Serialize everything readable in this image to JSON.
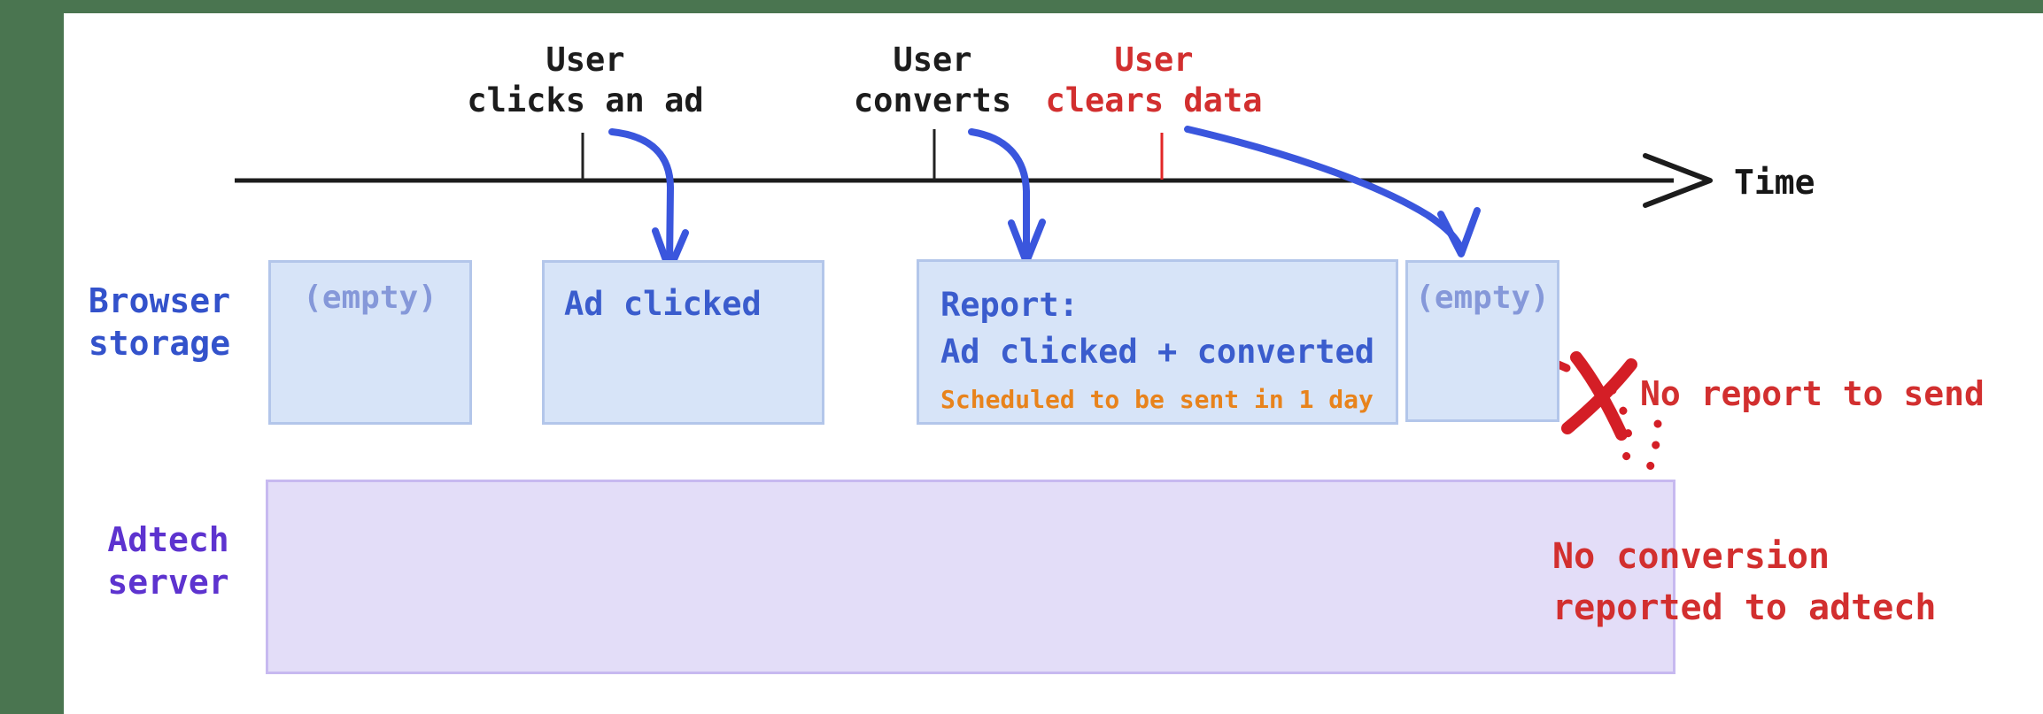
{
  "frame": {
    "accent_green": "#4a7550"
  },
  "timeline": {
    "axis_label": "Time",
    "events": [
      {
        "line1": "User",
        "line2": "clicks an ad"
      },
      {
        "line1": "User",
        "line2": "converts"
      },
      {
        "line1": "User",
        "line2": "clears data"
      }
    ]
  },
  "browser_row": {
    "label_line1": "Browser",
    "label_line2": "storage",
    "boxes": {
      "empty1": "(empty)",
      "ad_clicked": "Ad clicked",
      "report_line1": "Report:",
      "report_line2": "Ad clicked + converted",
      "report_note": "Scheduled to be sent in 1 day",
      "empty2": "(empty)"
    }
  },
  "adtech_row": {
    "label_line1": "Adtech",
    "label_line2": "server"
  },
  "annotations": {
    "no_report": "No report to send",
    "no_conversion_line1": "No conversion",
    "no_conversion_line2": "reported to adtech"
  },
  "colors": {
    "frame_green": "#4a7550",
    "timeline_black": "#1c1c1c",
    "event_red": "#d22f2f",
    "tick_red": "#e22626",
    "arrow_blue": "#3a56dd",
    "box_blue_fill": "#d7e4f8",
    "box_blue_border": "#b3c6ea",
    "box_text_blue": "#3a5ccd",
    "box_text_muted": "#8598d9",
    "note_orange": "#e8831c",
    "browser_label_blue": "#3352cb",
    "adtech_label_purple": "#5d33cf",
    "server_purple_fill": "#e3ddf8",
    "server_purple_border": "#c7b9f0",
    "blob_dark_red": "#a8344f"
  }
}
